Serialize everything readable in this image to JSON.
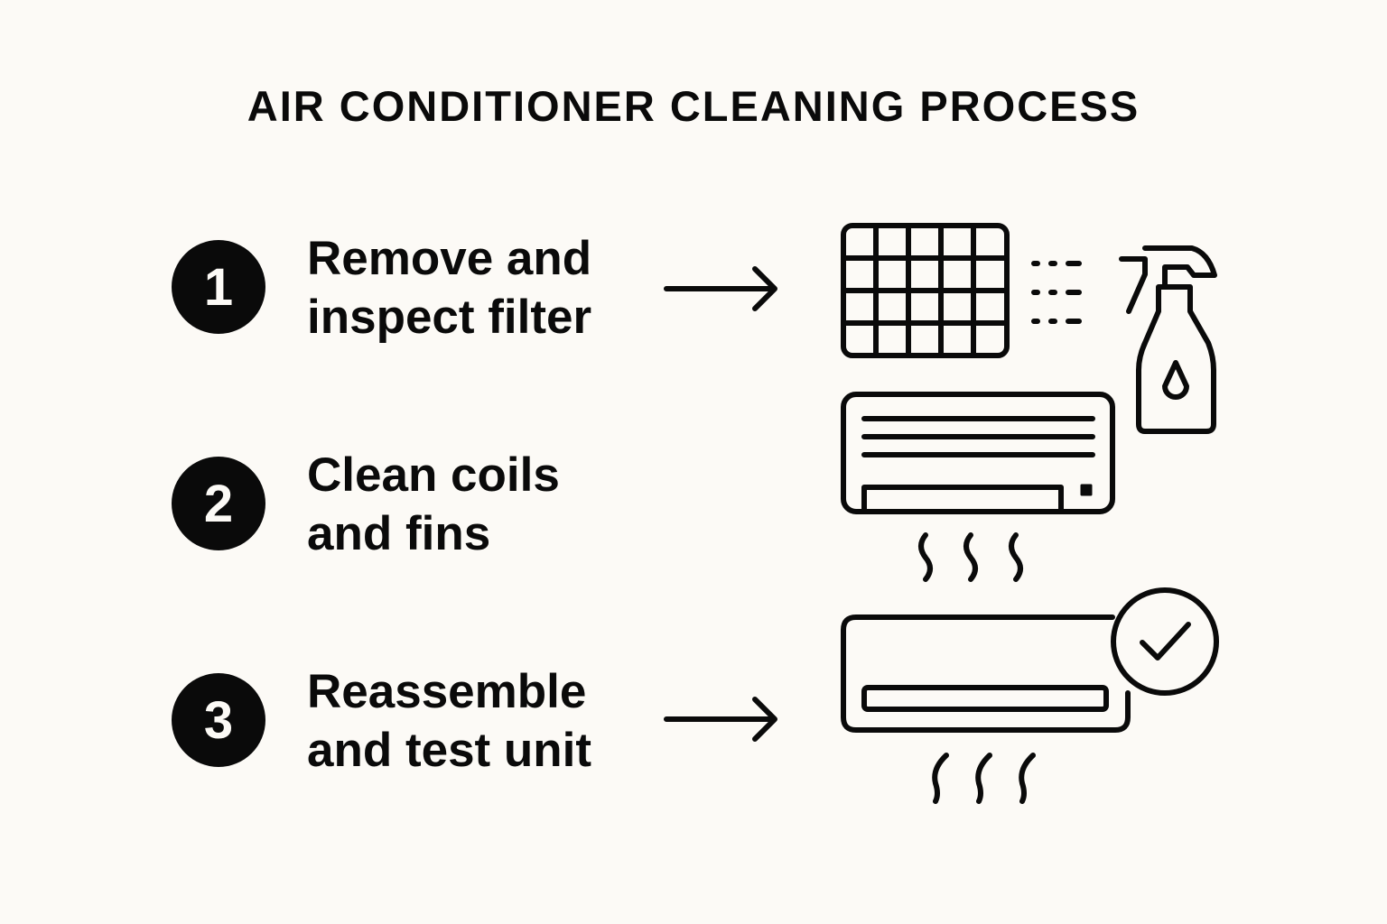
{
  "title": "AIR CONDITIONER CLEANING PROCESS",
  "steps": [
    {
      "number": "1",
      "line1": "Remove and",
      "line2": "inspect filter"
    },
    {
      "number": "2",
      "line1": "Clean coils",
      "line2": "and fins"
    },
    {
      "number": "3",
      "line1": "Reassemble",
      "line2": "and test unit"
    }
  ],
  "icons": [
    "filter-icon",
    "spray-bottle-icon",
    "ac-unit-icon",
    "airflow-icon",
    "ac-unit-check-icon",
    "check-icon"
  ],
  "colors": {
    "background": "#fcfaf6",
    "ink": "#0a0a0a"
  }
}
